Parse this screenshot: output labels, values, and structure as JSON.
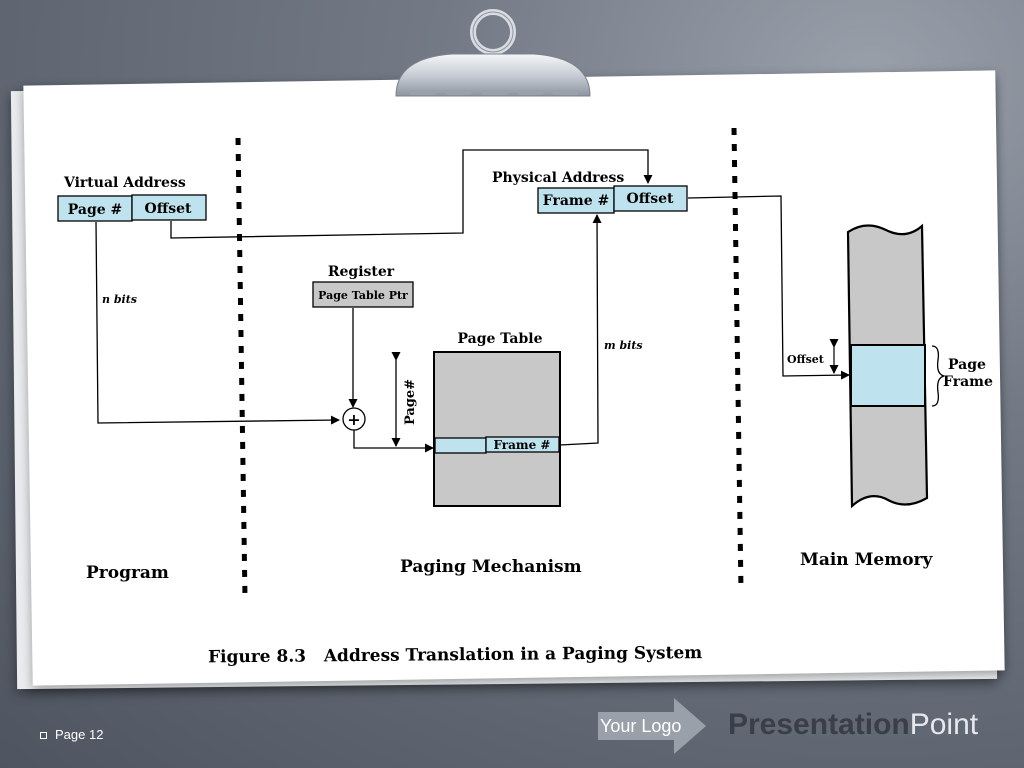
{
  "figure": {
    "caption": "Figure 8.3   Address Translation in a Paging System",
    "virtual_address": {
      "title": "Virtual Address",
      "page_field": "Page #",
      "offset_field": "Offset"
    },
    "physical_address": {
      "title": "Physical Address",
      "frame_field": "Frame #",
      "offset_field": "Offset"
    },
    "register": {
      "title": "Register",
      "field": "Page Table Ptr"
    },
    "page_table": {
      "title": "Page Table",
      "entry": "Frame #",
      "index_label": "Page#"
    },
    "adder_symbol": "+",
    "n_bits": "n bits",
    "m_bits": "m bits",
    "memory_offset": "Offset",
    "page_frame_line1": "Page",
    "page_frame_line2": "Frame",
    "sections": {
      "program": "Program",
      "paging": "Paging Mechanism",
      "memory": "Main Memory"
    }
  },
  "footer": {
    "page_label": "Page 12",
    "logo_placeholder": "Your Logo",
    "brand_bold": "Presentation",
    "brand_light": "Point"
  },
  "colors": {
    "field_fill": "#bfe3ee",
    "table_fill": "#c8c8c8",
    "background": "#6b727d"
  }
}
